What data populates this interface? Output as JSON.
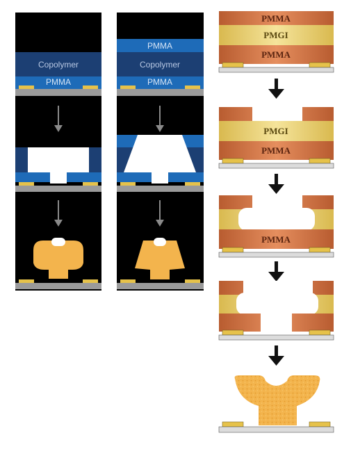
{
  "colors": {
    "black": "#000000",
    "blue_dark": "#1c3f73",
    "blue_mid": "#1e6bb8",
    "gold": "#e6c24a",
    "gray": "#9a9a9a",
    "light_gray": "#cfcfcf",
    "resist_orange": "#d9774a",
    "resist_dark": "#a8522a",
    "pmgi_yellow": "#f0dc86",
    "pmgi_dark": "#c7a73a",
    "metal_orange": "#f3b44d",
    "metal_speckle": "#e49a2d",
    "white": "#ffffff"
  },
  "labels": {
    "copolymer": "Copolymer",
    "pmma": "PMMA",
    "pmgi": "PMGI"
  },
  "icons": {
    "gray_arrow": "arrow-down-gray-icon",
    "black_arrow": "arrow-down-black-icon"
  }
}
